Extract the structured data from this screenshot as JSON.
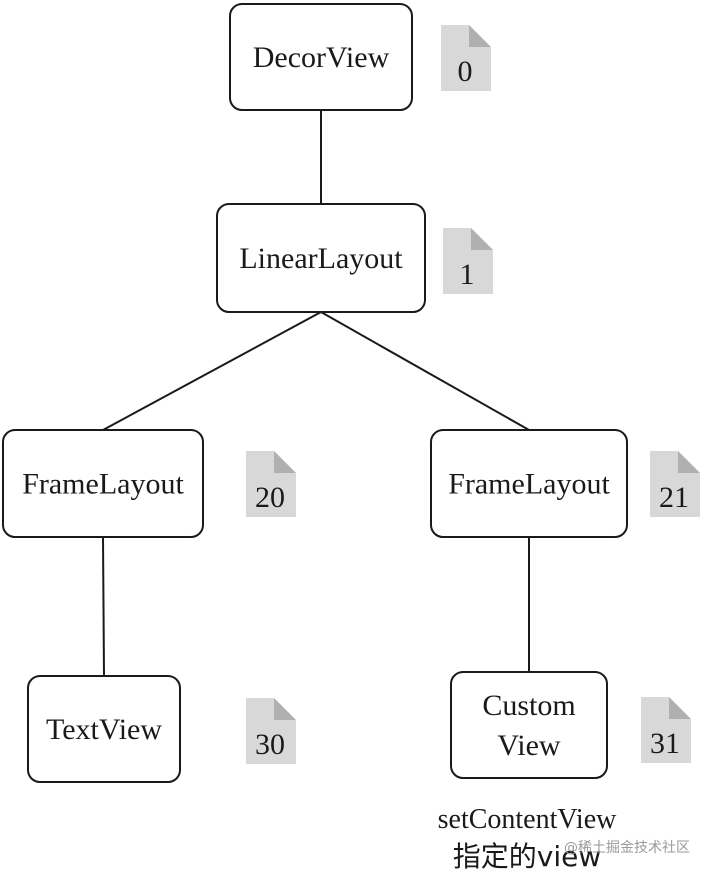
{
  "nodes": [
    {
      "id": "decor-view",
      "label_lines": [
        "DecorView"
      ],
      "badge": "0"
    },
    {
      "id": "linear-layout",
      "label_lines": [
        "LinearLayout"
      ],
      "badge": "1"
    },
    {
      "id": "frame-layout-left",
      "label_lines": [
        "FrameLayout"
      ],
      "badge": "20"
    },
    {
      "id": "frame-layout-right",
      "label_lines": [
        "FrameLayout"
      ],
      "badge": "21"
    },
    {
      "id": "text-view",
      "label_lines": [
        "TextView"
      ],
      "badge": "30"
    },
    {
      "id": "custom-view",
      "label_lines": [
        "Custom",
        "View"
      ],
      "badge": "31"
    }
  ],
  "edges": [
    [
      "decor-view",
      "linear-layout"
    ],
    [
      "linear-layout",
      "frame-layout-left"
    ],
    [
      "linear-layout",
      "frame-layout-right"
    ],
    [
      "frame-layout-left",
      "text-view"
    ],
    [
      "frame-layout-right",
      "custom-view"
    ]
  ],
  "caption": {
    "line1": "setContentView",
    "line2": "指定的view"
  },
  "watermark": "@稀土掘金技术社区",
  "colors": {
    "icon_fill": "#d8d8d8",
    "icon_fold": "#b0b0b0",
    "stroke": "#1a1a1a"
  }
}
